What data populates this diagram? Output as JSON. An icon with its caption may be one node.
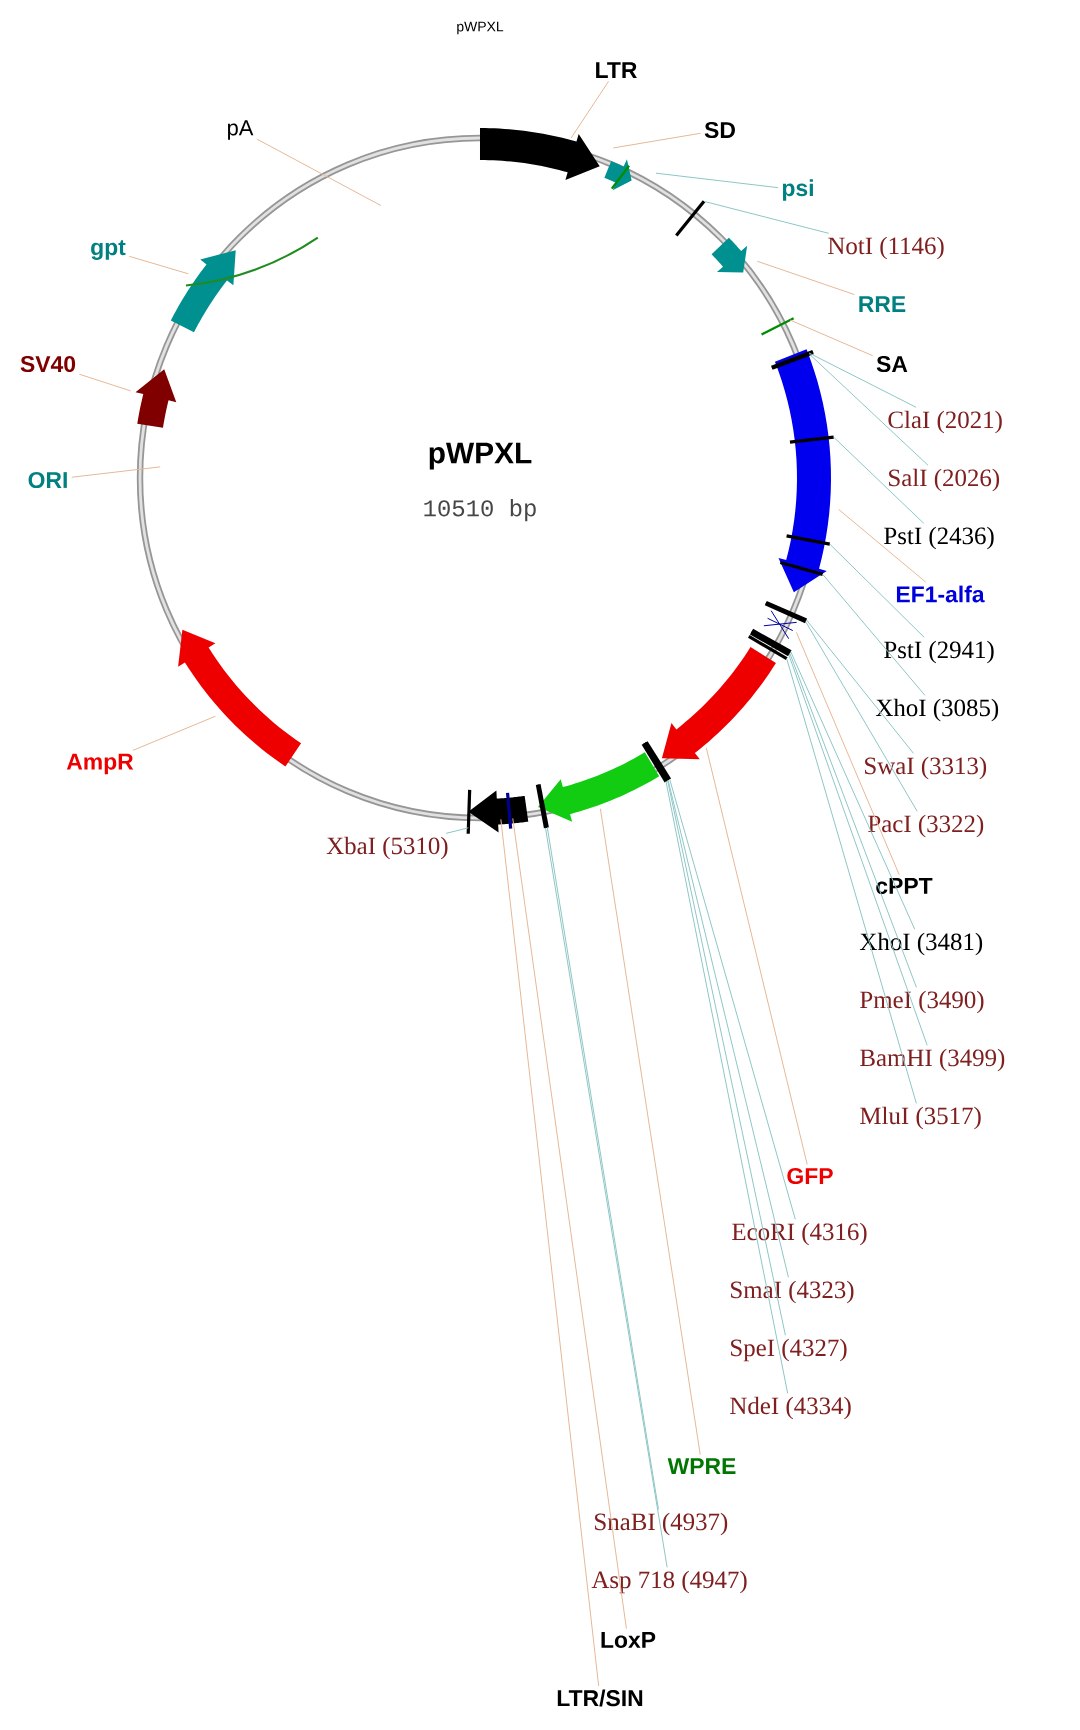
{
  "diagram": {
    "title": "pWPXL",
    "nodes": [
      {
        "text": [
          "LTR"
        ]
      },
      {
        "text": [
          "pA"
        ]
      },
      {
        "text": [
          "SD"
        ]
      },
      {
        "text": [
          "psi"
        ]
      },
      {
        "text": [
          "gpt"
        ]
      },
      {
        "text": [
          "NotI (1146)"
        ]
      },
      {
        "text": [
          "RRE"
        ]
      },
      {
        "text": [
          "SV40"
        ]
      },
      {
        "text": [
          "SA"
        ]
      },
      {
        "text": [
          "ClaI (2021)"
        ]
      },
      {
        "text": [
          "SalI (2026)"
        ]
      },
      {
        "text": [
          "ORI"
        ]
      },
      {
        "text": [
          "PstI (2436)"
        ]
      },
      {
        "text": [
          "EF1-alfa"
        ]
      },
      {
        "text": [
          "PstI (2941)"
        ]
      },
      {
        "text": [
          "XhoI (3085)"
        ]
      },
      {
        "text": [
          "SwaI (3313)"
        ]
      },
      {
        "text": [
          "PacI (3322)"
        ]
      },
      {
        "text": [
          "AmpR"
        ]
      },
      {
        "text": [
          "cPPT"
        ]
      },
      {
        "text": [
          "XhoI (3481)"
        ]
      },
      {
        "text": [
          "PmeI (3490)"
        ]
      },
      {
        "text": [
          "BamHI (3499)"
        ]
      },
      {
        "text": [
          "MluI (3517)"
        ]
      },
      {
        "text": [
          "GFP"
        ]
      },
      {
        "text": [
          "EcoRI (4316)"
        ]
      },
      {
        "text": [
          "SmaI (4323)"
        ]
      },
      {
        "text": [
          "SpeI (4327)"
        ]
      },
      {
        "text": [
          "NdeI (4334)"
        ]
      },
      {
        "text": [
          "WPRE"
        ]
      },
      {
        "text": [
          "SnaBI (4937)"
        ]
      },
      {
        "text": [
          "Asp 718 (4947)"
        ]
      },
      {
        "text": [
          "XbaI (5310)"
        ]
      },
      {
        "text": [
          "LoxP"
        ]
      },
      {
        "text": [
          "LTR/SIN"
        ]
      }
    ],
    "edges": [
      {
        "from": 0,
        "to": null,
        "arrow": "none",
        "color": "#e6b896"
      },
      {
        "from": 1,
        "to": null,
        "arrow": "none",
        "color": "#e6b896"
      },
      {
        "from": 2,
        "to": null,
        "arrow": "none",
        "color": "#e6b896"
      },
      {
        "from": 3,
        "to": null,
        "arrow": "none"
      },
      {
        "from": 4,
        "to": null,
        "arrow": "none",
        "color": "#e6b896"
      },
      {
        "from": 5,
        "to": null,
        "arrow": "none"
      },
      {
        "from": 6,
        "to": null,
        "arrow": "none",
        "color": "#e6b896"
      },
      {
        "from": 7,
        "to": null,
        "arrow": "none",
        "color": "#e6b896"
      },
      {
        "from": 8,
        "to": null,
        "arrow": "none",
        "color": "#e6b896"
      },
      {
        "from": 9,
        "to": null,
        "arrow": "none"
      },
      {
        "from": 10,
        "to": null,
        "arrow": "none"
      },
      {
        "from": 11,
        "to": null,
        "arrow": "none",
        "color": "#e6b896"
      },
      {
        "from": 12,
        "to": null,
        "arrow": "none"
      },
      {
        "from": 13,
        "to": null,
        "arrow": "none",
        "color": "#e6b896"
      },
      {
        "from": 14,
        "to": null,
        "arrow": "none"
      },
      {
        "from": 15,
        "to": null,
        "arrow": "none"
      },
      {
        "from": 16,
        "to": null,
        "arrow": "none"
      },
      {
        "from": 17,
        "to": null,
        "arrow": "none"
      },
      {
        "from": 18,
        "to": null,
        "arrow": "none",
        "color": "#e6b896"
      },
      {
        "from": 19,
        "to": null,
        "arrow": "none",
        "color": "#e6b896"
      },
      {
        "from": 20,
        "to": null,
        "arrow": "none"
      },
      {
        "from": 21,
        "to": null,
        "arrow": "none"
      },
      {
        "from": 22,
        "to": null,
        "arrow": "none"
      },
      {
        "from": 23,
        "to": null,
        "arrow": "none"
      },
      {
        "from": 24,
        "to": null,
        "arrow": "none",
        "color": "#e6b896"
      },
      {
        "from": 25,
        "to": null,
        "arrow": "none"
      },
      {
        "from": 26,
        "to": null,
        "arrow": "none"
      },
      {
        "from": 27,
        "to": null,
        "arrow": "none"
      },
      {
        "from": 28,
        "to": null,
        "arrow": "none"
      },
      {
        "from": 29,
        "to": null,
        "arrow": "none",
        "color": "#e6b896"
      },
      {
        "from": 30,
        "to": null,
        "arrow": "none"
      },
      {
        "from": 31,
        "to": null,
        "arrow": "none"
      },
      {
        "from": 32,
        "to": null,
        "arrow": "none"
      },
      {
        "from": 33,
        "to": null,
        "arrow": "none",
        "color": "#e6b896"
      },
      {
        "from": 34,
        "to": null,
        "arrow": "none",
        "color": "#e6b896"
      }
    ],
    "labels": [
      "pWPXL",
      "10510 bp"
    ]
  }
}
